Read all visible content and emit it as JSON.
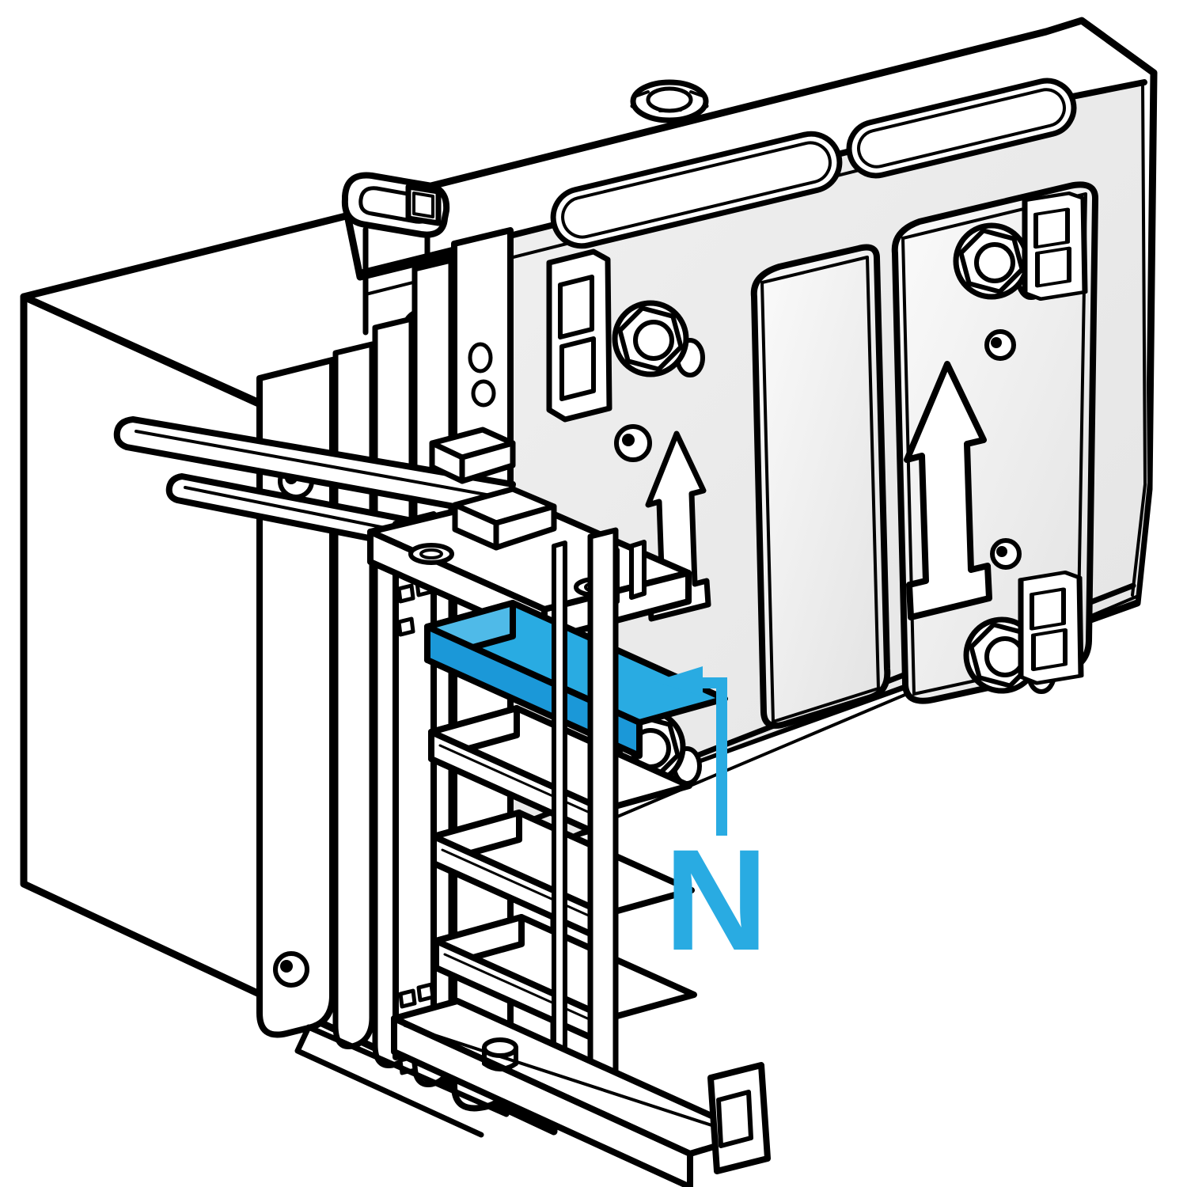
{
  "figure": {
    "title": "Busbar trunking elbow unit - neutral conductor position",
    "type": "isometric-technical-line-drawing",
    "background_color": "#ffffff",
    "line_color": "#000000",
    "shade_color": "#ebebeb"
  },
  "annotation": {
    "label": "N",
    "meaning": "neutral conductor bar (highlighted in blue, arrow points to its slot)",
    "color": "#29ABE2"
  },
  "colors": {
    "accent": "#29ABE2",
    "accent_front": "#1B98D8",
    "accent_side": "#4FBAE8",
    "line": "#000000",
    "shade": "#ebebeb",
    "panel_light": "#fbfbfb",
    "panel_dark": "#e2e2e2",
    "background": "#ffffff"
  },
  "components": {
    "duct": "busbar trunking duct (plain box, rear left)",
    "gasket_stack": "joint flange / gasket stack",
    "housing": "elbow housing with molded cover",
    "handle_slot_count": 2,
    "direction_arrow_count": 2,
    "hex_bolt_count": 4,
    "top_nut_count": 1,
    "mounting_bracket_count": 3,
    "cover_panel_count": 2,
    "conductor_blade_count": 4,
    "neutral_blade_position": "top blade of stack"
  }
}
